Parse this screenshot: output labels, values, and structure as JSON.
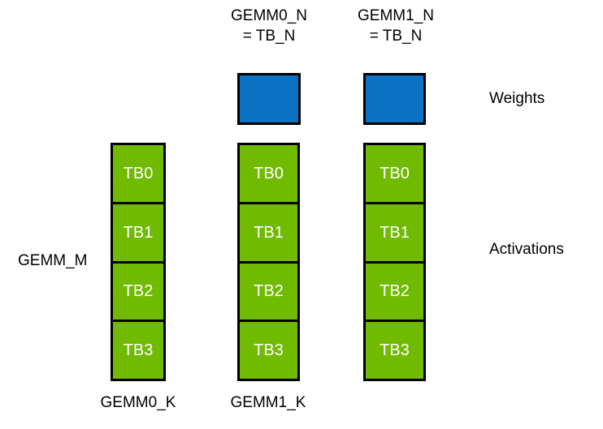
{
  "diagram": {
    "title_top_labels": [
      {
        "name": "gemm0-n-label",
        "text": "GEMM0_N\n= TB_N"
      },
      {
        "name": "gemm1-n-label",
        "text": "GEMM1_N\n= TB_N"
      }
    ],
    "row_labels": [
      {
        "name": "weights-row-label",
        "text": "Weights"
      },
      {
        "name": "activations-row-label",
        "text": "Activations"
      }
    ],
    "left_label": {
      "name": "gemm-m-label",
      "text": "GEMM_M"
    },
    "bottom_labels": [
      {
        "name": "gemm0-k-label",
        "text": "GEMM0_K"
      },
      {
        "name": "gemm1-k-label",
        "text": "GEMM1_K"
      }
    ],
    "weight_blocks": [
      {
        "name": "weight-block-gemm0",
        "color": "#0d72c2"
      },
      {
        "name": "weight-block-gemm1",
        "color": "#0d72c2"
      }
    ],
    "activation_columns": [
      {
        "name": "activation-column-0",
        "color": "#71ba02",
        "cells": [
          "TB0",
          "TB1",
          "TB2",
          "TB3"
        ]
      },
      {
        "name": "activation-column-1",
        "color": "#71ba02",
        "cells": [
          "TB0",
          "TB1",
          "TB2",
          "TB3"
        ]
      },
      {
        "name": "activation-column-2",
        "color": "#71ba02",
        "cells": [
          "TB0",
          "TB1",
          "TB2",
          "TB3"
        ]
      }
    ],
    "colors": {
      "weights_blue": "#0d72c2",
      "activations_green": "#71ba02",
      "outline": "#000000",
      "cell_text": "#ffffff",
      "background": "#ffffff"
    }
  }
}
